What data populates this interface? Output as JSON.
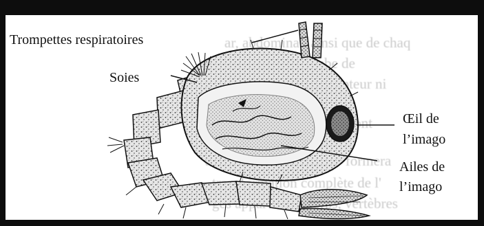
{
  "figure": {
    "labels": {
      "trompettes": "Trompettes respiratoires",
      "soies": "Soies",
      "oeil_line1": "Œil de",
      "oeil_line2": "l’imago",
      "ailes_line1": "Ailes de",
      "ailes_line2": "l’imago"
    },
    "colors": {
      "frame": "#0d0d0d",
      "ink": "#111111",
      "stipple": "#333333"
    }
  }
}
